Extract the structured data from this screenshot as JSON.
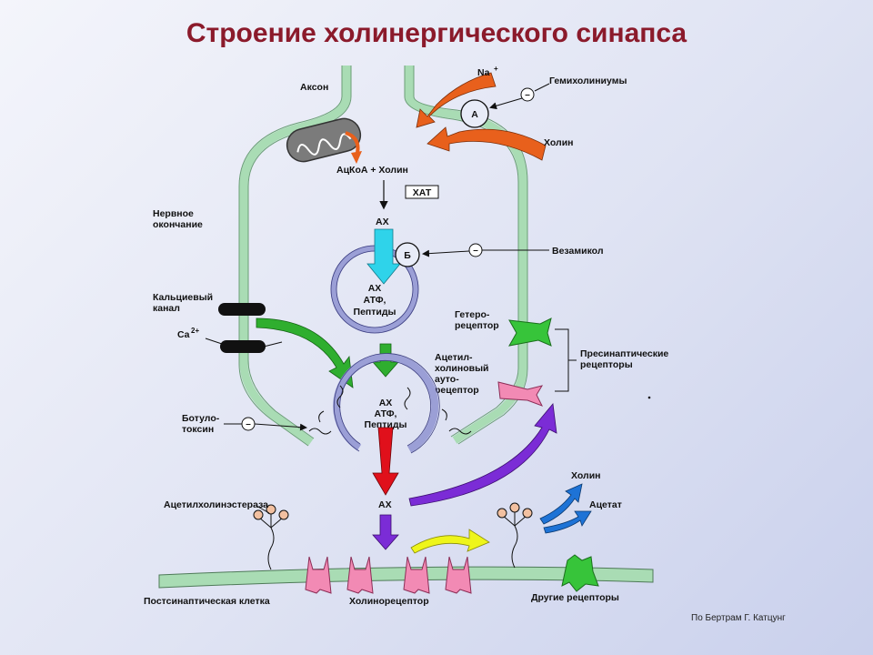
{
  "title": "Строение холинергического синапса",
  "credit": "По Бертрам Г. Катцунг",
  "labels": {
    "axon": "Аксон",
    "na": "Na",
    "na_sup": "+",
    "hemicholinium": "Гемихолиниумы",
    "transporter_a": "А",
    "choline_top": "Холин",
    "acetyl_coa": "АцКоА + Холин",
    "chat": "ХАТ",
    "nerve_ending_1": "Нервное",
    "nerve_ending_2": "окончание",
    "ach_top": "АХ",
    "transporter_b": "Б",
    "vesamicol": "Везамикол",
    "vesicle1_l1": "АХ",
    "vesicle1_l2": "АТФ,",
    "vesicle1_l3": "Пептиды",
    "ca_channel_1": "Кальциевый",
    "ca_channel_2": "канал",
    "ca": "Ca",
    "ca_sup": "2+",
    "hetero_1": "Гетеро-",
    "hetero_2": "рецептор",
    "presyn_1": "Пресинаптические",
    "presyn_2": "рецепторы",
    "auto_1": "Ацетил-",
    "auto_2": "холиновый",
    "auto_3": "ауто-",
    "auto_4": "рецептор",
    "vesicle2_l1": "АХ",
    "vesicle2_l2": "АТФ,",
    "vesicle2_l3": "Пептиды",
    "botulinum_1": "Ботуло-",
    "botulinum_2": "токсин",
    "ach_cleft": "АХ",
    "acetylcholinesterase": "Ацетилхолинэстераза",
    "choline_bottom": "Холин",
    "acetate": "Ацетат",
    "postsynaptic": "Постсинаптическая клетка",
    "cholinoreceptor": "Холинорецептор",
    "other_receptors": "Другие рецепторы",
    "minus": "–"
  },
  "colors": {
    "membrane": "#a9dcb4",
    "choline_arrow": "#e8601c",
    "vesicle": "#9b9fd6",
    "cyan_arrow": "#2fd3ea",
    "green_arrow": "#2fae2f",
    "red_arrow": "#e0101b",
    "purple_arrow": "#7b2cd6",
    "yellow_arrow": "#eef51a",
    "blue_arrow": "#1e73d6",
    "pink_receptor": "#f28ab4",
    "hetero_receptor": "#37c43a"
  }
}
